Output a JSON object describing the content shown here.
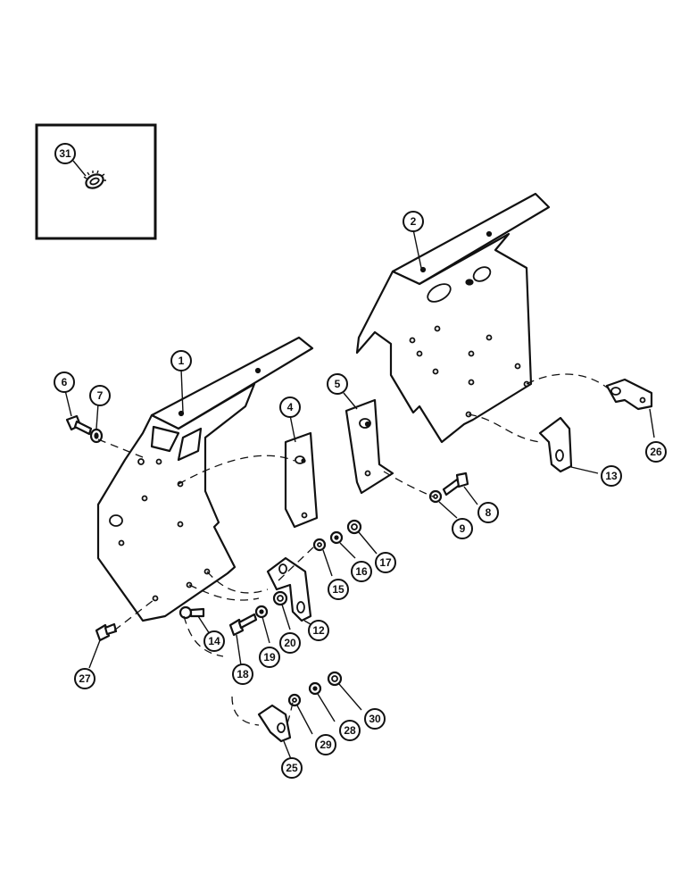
{
  "callouts": [
    {
      "label": "31"
    },
    {
      "label": "2"
    },
    {
      "label": "1"
    },
    {
      "label": "6"
    },
    {
      "label": "7"
    },
    {
      "label": "4"
    },
    {
      "label": "5"
    },
    {
      "label": "26"
    },
    {
      "label": "13"
    },
    {
      "label": "8"
    },
    {
      "label": "9"
    },
    {
      "label": "17"
    },
    {
      "label": "16"
    },
    {
      "label": "15"
    },
    {
      "label": "12"
    },
    {
      "label": "20"
    },
    {
      "label": "19"
    },
    {
      "label": "18"
    },
    {
      "label": "14"
    },
    {
      "label": "27"
    },
    {
      "label": "30"
    },
    {
      "label": "28"
    },
    {
      "label": "29"
    },
    {
      "label": "25"
    }
  ]
}
